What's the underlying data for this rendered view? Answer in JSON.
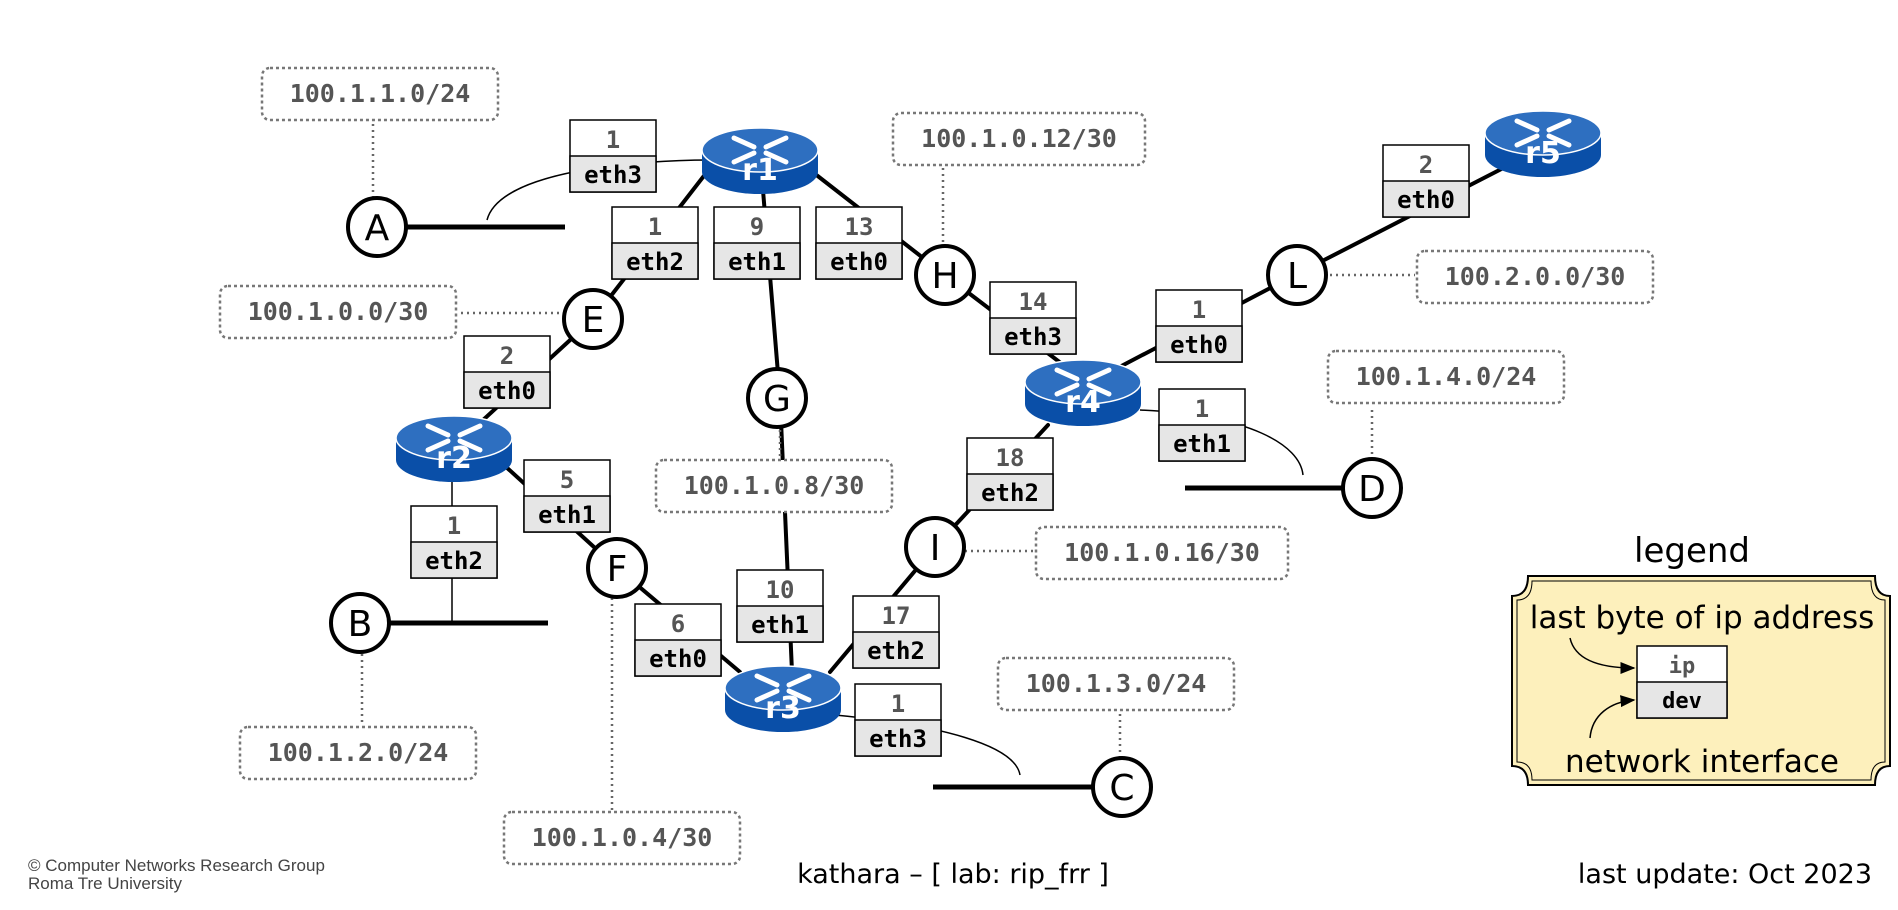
{
  "routers": [
    {
      "id": "r1",
      "label": "r1"
    },
    {
      "id": "r2",
      "label": "r2"
    },
    {
      "id": "r3",
      "label": "r3"
    },
    {
      "id": "r4",
      "label": "r4"
    },
    {
      "id": "r5",
      "label": "r5"
    }
  ],
  "domains": [
    {
      "id": "A",
      "label": "A",
      "subnet": "100.1.1.0/24"
    },
    {
      "id": "B",
      "label": "B",
      "subnet": "100.1.2.0/24"
    },
    {
      "id": "C",
      "label": "C",
      "subnet": "100.1.3.0/24"
    },
    {
      "id": "D",
      "label": "D",
      "subnet": "100.1.4.0/24"
    },
    {
      "id": "E",
      "label": "E",
      "subnet": "100.1.0.0/30"
    },
    {
      "id": "F",
      "label": "F",
      "subnet": "100.1.0.4/30"
    },
    {
      "id": "G",
      "label": "G",
      "subnet": "100.1.0.8/30"
    },
    {
      "id": "H",
      "label": "H",
      "subnet": "100.1.0.12/30"
    },
    {
      "id": "I",
      "label": "I",
      "subnet": "100.1.0.16/30"
    },
    {
      "id": "L",
      "label": "L",
      "subnet": "100.2.0.0/30"
    }
  ],
  "interfaces": [
    {
      "id": "r1-eth3",
      "router": "r1",
      "domain": "A",
      "ip": "1",
      "dev": "eth3"
    },
    {
      "id": "r1-eth2",
      "router": "r1",
      "domain": "E",
      "ip": "1",
      "dev": "eth2"
    },
    {
      "id": "r1-eth1",
      "router": "r1",
      "domain": "G",
      "ip": "9",
      "dev": "eth1"
    },
    {
      "id": "r1-eth0",
      "router": "r1",
      "domain": "H",
      "ip": "13",
      "dev": "eth0"
    },
    {
      "id": "r2-eth0",
      "router": "r2",
      "domain": "E",
      "ip": "2",
      "dev": "eth0"
    },
    {
      "id": "r2-eth1",
      "router": "r2",
      "domain": "F",
      "ip": "5",
      "dev": "eth1"
    },
    {
      "id": "r2-eth2",
      "router": "r2",
      "domain": "B",
      "ip": "1",
      "dev": "eth2"
    },
    {
      "id": "r3-eth0",
      "router": "r3",
      "domain": "F",
      "ip": "6",
      "dev": "eth0"
    },
    {
      "id": "r3-eth1",
      "router": "r3",
      "domain": "G",
      "ip": "10",
      "dev": "eth1"
    },
    {
      "id": "r3-eth2",
      "router": "r3",
      "domain": "I",
      "ip": "17",
      "dev": "eth2"
    },
    {
      "id": "r3-eth3",
      "router": "r3",
      "domain": "C",
      "ip": "1",
      "dev": "eth3"
    },
    {
      "id": "r4-eth3",
      "router": "r4",
      "domain": "H",
      "ip": "14",
      "dev": "eth3"
    },
    {
      "id": "r4-eth0",
      "router": "r4",
      "domain": "L",
      "ip": "1",
      "dev": "eth0"
    },
    {
      "id": "r4-eth1",
      "router": "r4",
      "domain": "D",
      "ip": "1",
      "dev": "eth1"
    },
    {
      "id": "r4-eth2",
      "router": "r4",
      "domain": "I",
      "ip": "18",
      "dev": "eth2"
    },
    {
      "id": "r5-eth0",
      "router": "r5",
      "domain": "L",
      "ip": "2",
      "dev": "eth0"
    }
  ],
  "legend": {
    "title": "legend",
    "ip_caption": "last byte of ip address",
    "dev_caption": "network interface",
    "ip_sample": "ip",
    "dev_sample": "dev"
  },
  "footer": {
    "credit_line1": "© Computer Networks Research Group",
    "credit_line2": "Roma Tre University",
    "center": "kathara – [ lab: rip_frr ]",
    "right": "last update: Oct 2023"
  },
  "colors": {
    "router_top": "#2e6fc0",
    "router_body": "#0a4fa8",
    "iface_dev_bg": "#e6e6e6",
    "legend_bg": "#fdf0bc",
    "subnet_text": "#555555"
  }
}
